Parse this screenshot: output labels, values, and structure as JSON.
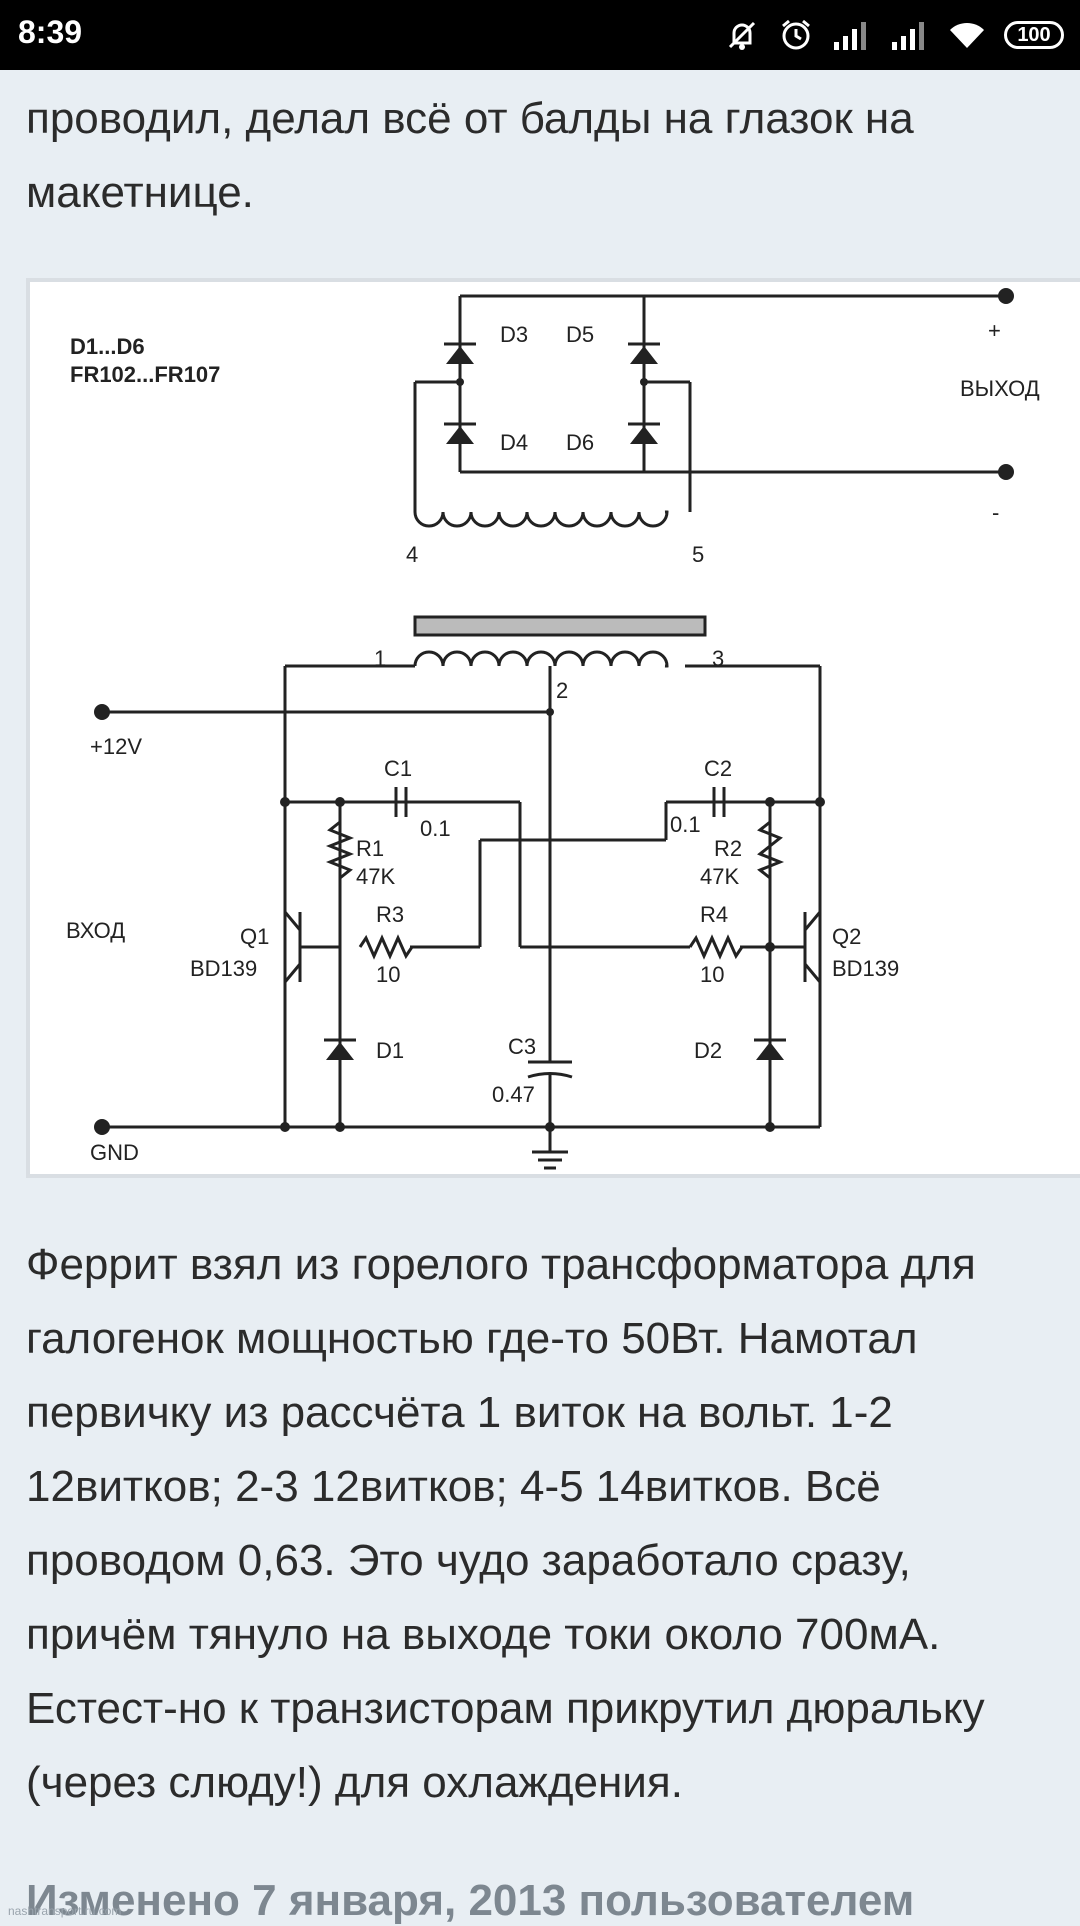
{
  "status_bar": {
    "time": "8:39",
    "battery": "100",
    "icons": [
      "mute-icon",
      "alarm-icon",
      "signal-icon",
      "signal-icon",
      "wifi-icon",
      "battery-icon"
    ]
  },
  "article": {
    "intro": "проводил, делал всё от балды на глазок на макетнице.",
    "body": "Феррит взял из горелого трансформатора для галогенок мощностью где-то 50Вт. Намотал первичку из рассчёта 1 виток на вольт. 1-2 12витков; 2-3 12витков; 4-5 14витков. Всё проводом 0,63. Это чудо заработало сразу, причём тянуло на выходе токи около 700мА. Естест-но к транзисторам прикрутил дюральку (через слюду!) для охлаждения.",
    "edit_note": "Изменено 7 января, 2013 пользователем"
  },
  "schematic": {
    "diode_spec_1": "D1...D6",
    "diode_spec_2": "FR102...FR107",
    "d3": "D3",
    "d4": "D4",
    "d5": "D5",
    "d6": "D6",
    "plus": "+",
    "minus": "-",
    "output": "ВЫХОД",
    "pin1": "1",
    "pin2": "2",
    "pin3": "3",
    "pin4": "4",
    "pin5": "5",
    "v12": "+12V",
    "input": "ВХОД",
    "gnd": "GND",
    "c1": "C1",
    "c1_val": "0.1",
    "c2": "C2",
    "c2_val": "0.1",
    "r1": "R1",
    "r1_val": "47K",
    "r2": "R2",
    "r2_val": "47K",
    "r3": "R3",
    "r3_val": "10",
    "r4": "R4",
    "r4_val": "10",
    "q1": "Q1",
    "q1_type": "BD139",
    "q2": "Q2",
    "q2_type": "BD139",
    "d1": "D1",
    "d2": "D2",
    "c3": "C3",
    "c3_val": "0.47"
  },
  "watermark": "nashtransport.ru.com"
}
